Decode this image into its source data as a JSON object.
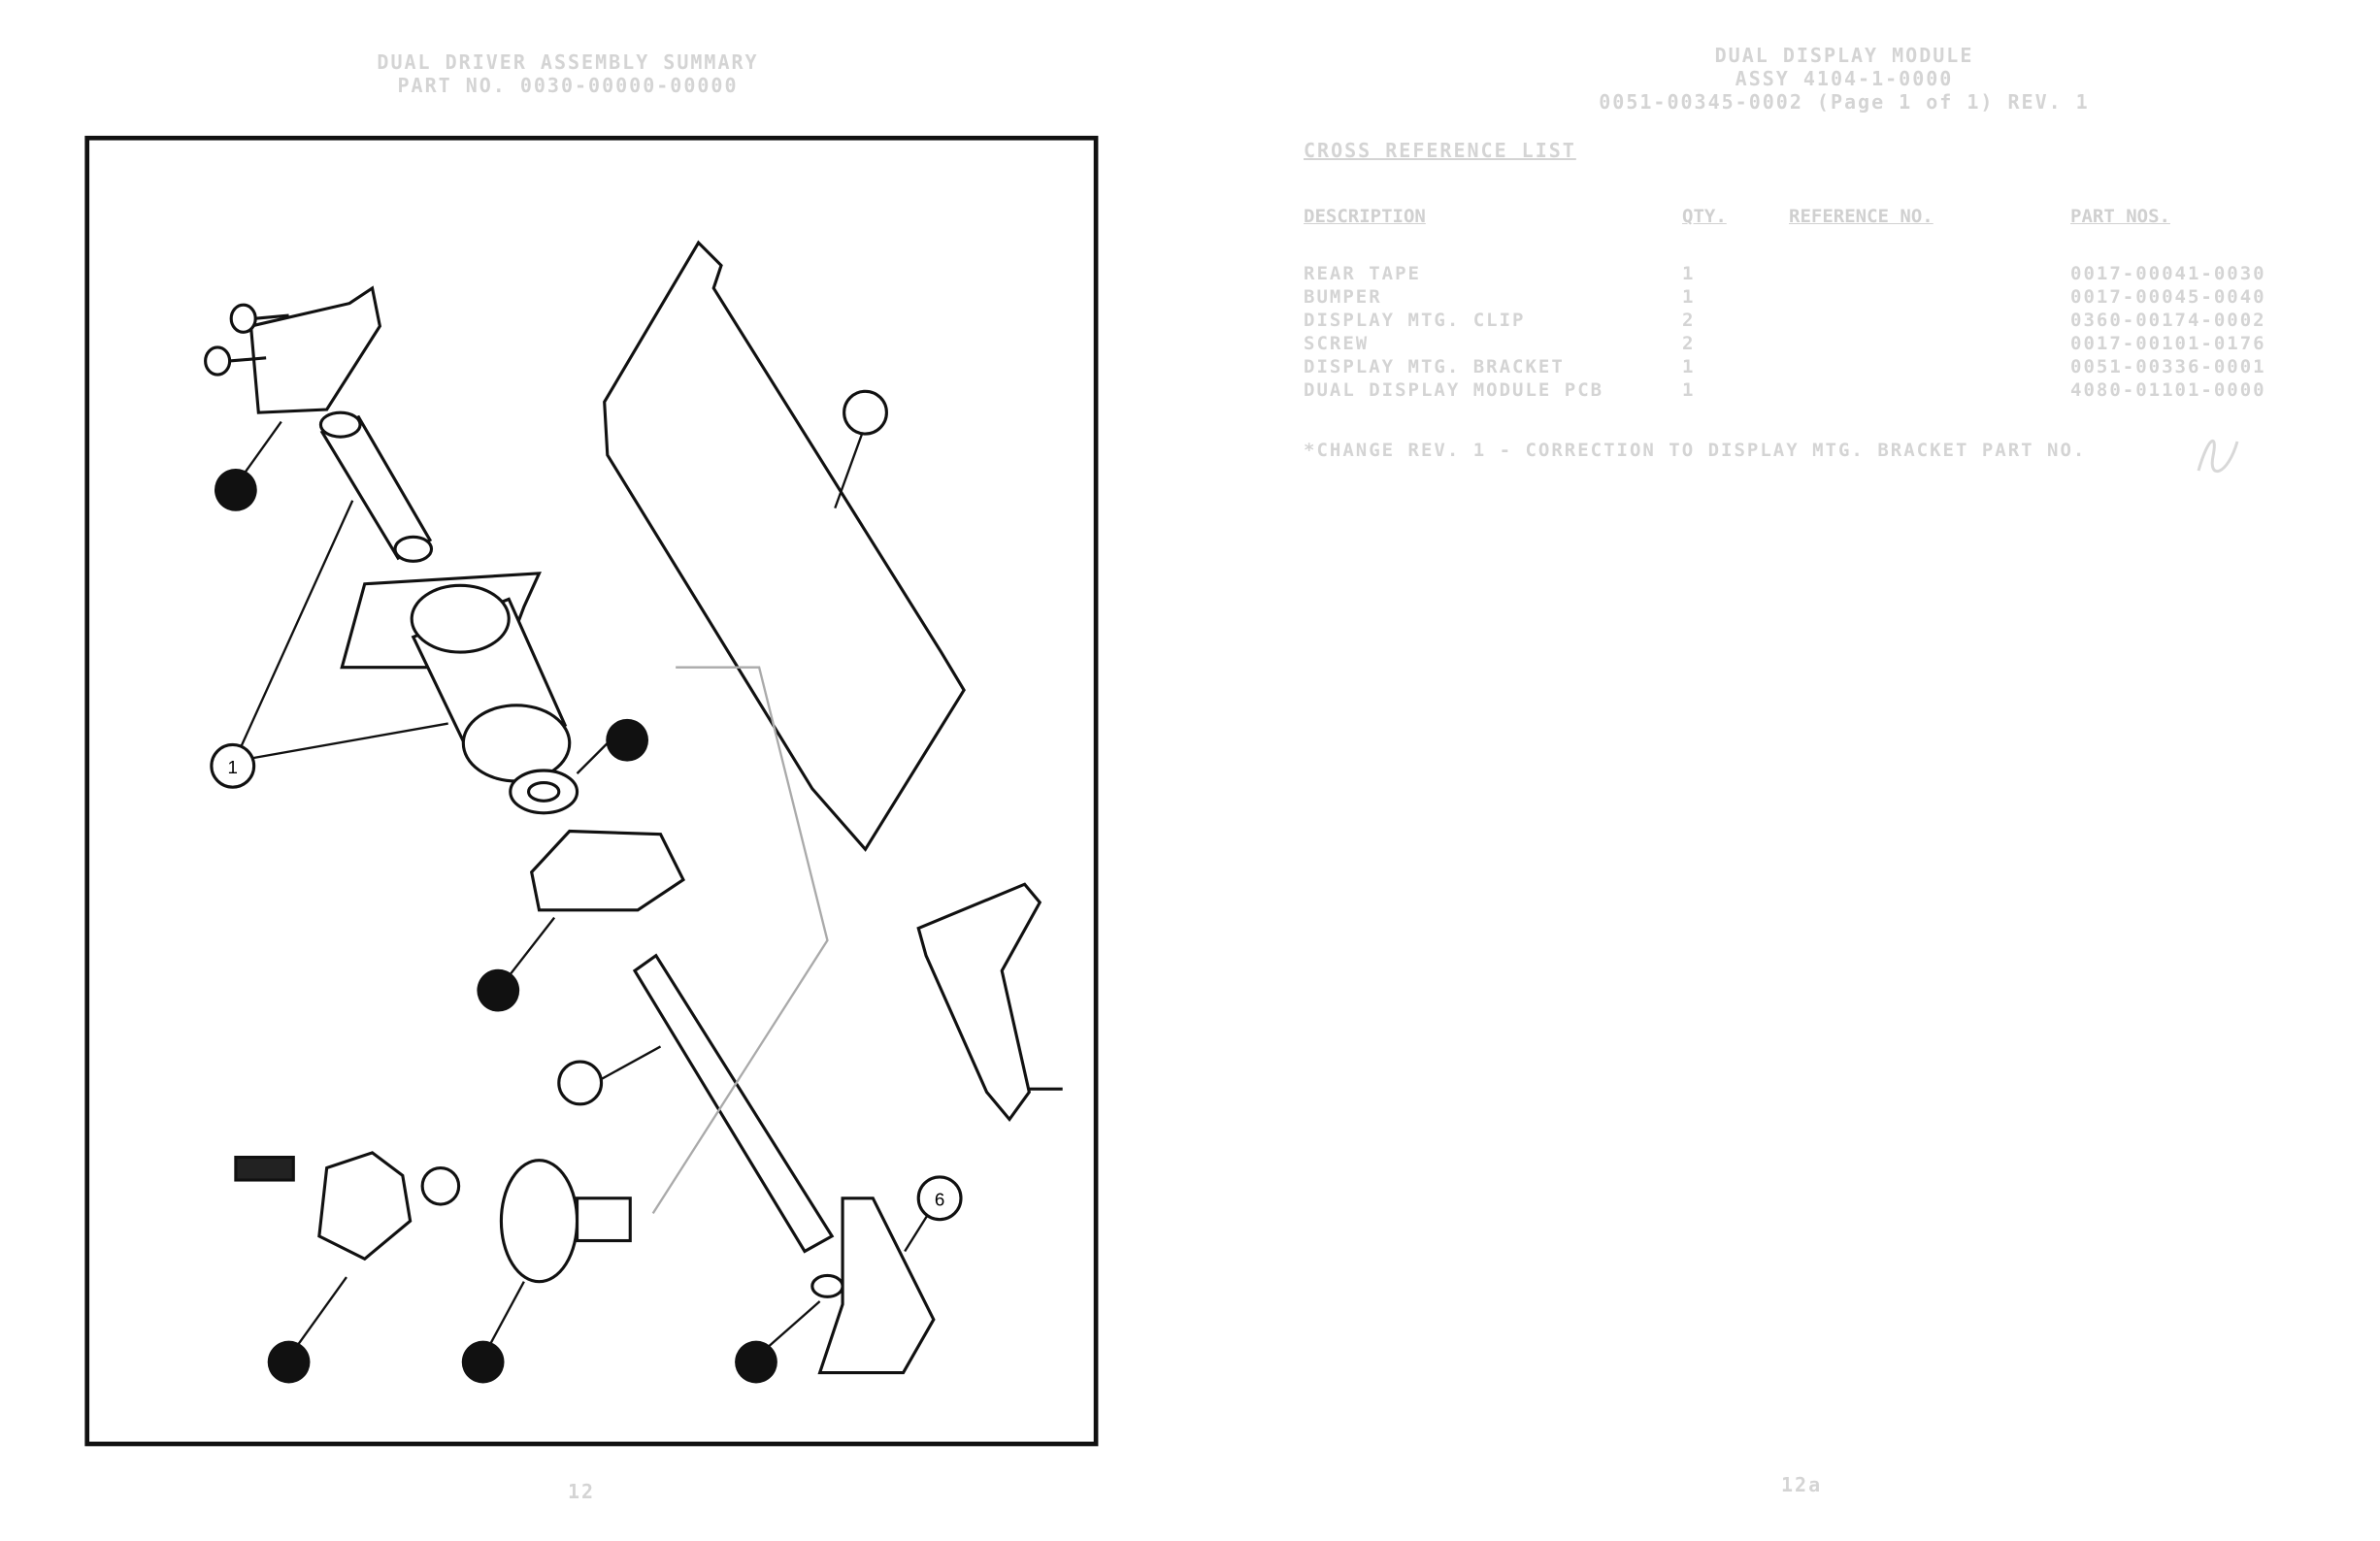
{
  "left_page": {
    "header_line1": "DUAL DRIVER ASSEMBLY SUMMARY",
    "header_line2": "PART NO. 0030-00000-00000",
    "page_number": "12"
  },
  "right_page": {
    "header_line1": "DUAL DISPLAY MODULE",
    "header_line2": "ASSY 4104-1-0000",
    "header_line3": "0051-00345-0002 (Page 1 of 1) REV. 1",
    "list_title": "CROSS REFERENCE LIST",
    "columns": [
      "DESCRIPTION",
      "QTY.",
      "REFERENCE NO.",
      "PART NOS."
    ],
    "rows": [
      {
        "description": "REAR TAPE",
        "qty": "1",
        "ref": "",
        "part": "0017-00041-0030"
      },
      {
        "description": "BUMPER",
        "qty": "1",
        "ref": "",
        "part": "0017-00045-0040"
      },
      {
        "description": "DISPLAY MTG. CLIP",
        "qty": "2",
        "ref": "",
        "part": "0360-00174-0002"
      },
      {
        "description": "SCREW",
        "qty": "2",
        "ref": "",
        "part": "0017-00101-0176"
      },
      {
        "description": "DISPLAY MTG. BRACKET",
        "qty": "1",
        "ref": "",
        "part": "0051-00336-0001"
      },
      {
        "description": "DUAL DISPLAY MODULE PCB",
        "qty": "1",
        "ref": "",
        "part": "4080-01101-0000"
      }
    ],
    "note": "*CHANGE REV. 1 - CORRECTION TO DISPLAY MTG. BRACKET PART NO.",
    "page_number": "12a"
  },
  "callouts": {
    "c1": "1",
    "c6": "6"
  }
}
